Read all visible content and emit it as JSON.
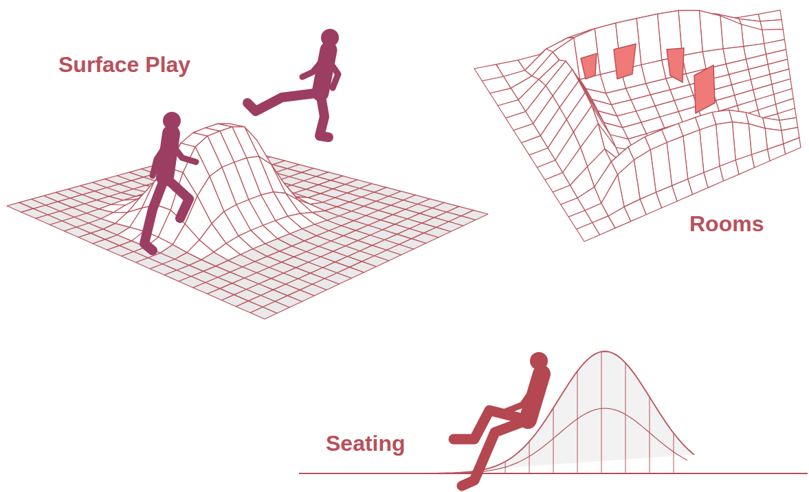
{
  "diagram": {
    "labels": [
      "Surface Play",
      "Rooms",
      "Seating"
    ]
  }
}
